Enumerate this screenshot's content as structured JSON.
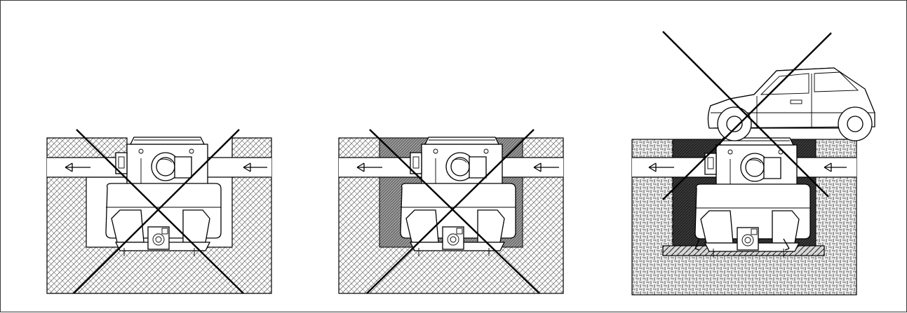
{
  "figure": {
    "background": "#ffffff",
    "line_color": "#000000",
    "panels": [
      {
        "id": "panel-1",
        "pattern": "crosshatch-soil",
        "inner_fill": "none",
        "vehicle": false,
        "crossed_out": true
      },
      {
        "id": "panel-2",
        "pattern": "crosshatch-soil",
        "inner_fill": "dense-hatch-gray",
        "vehicle": false,
        "crossed_out": true
      },
      {
        "id": "panel-3",
        "pattern": "weave-soil",
        "inner_fill": "dark-dense-hatch",
        "vehicle": true,
        "crossed_out": true
      }
    ],
    "icons": [
      "flow-arrow-icon",
      "cross-out-icon",
      "car-icon",
      "tank-icon"
    ]
  }
}
